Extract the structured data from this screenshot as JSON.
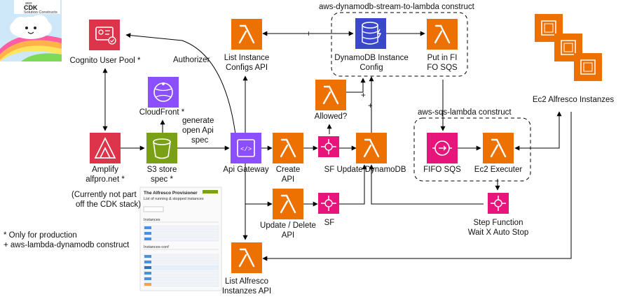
{
  "logo": {
    "line1": "aws",
    "line2": "CDK",
    "line3": "Solution Constructs"
  },
  "groups": {
    "stream": "aws-dynamodb-stream-to-lambda construct",
    "sqs": "aws-sqs-lambda construct"
  },
  "nodes": {
    "cognito": [
      "Cognito User Pool *"
    ],
    "amplify": [
      "Amplify",
      "alfpro.net *"
    ],
    "s3": [
      "S3 store",
      "spec *"
    ],
    "cloudfront": [
      "CloudFront *"
    ],
    "apigw": [
      "Api Gateway"
    ],
    "listcfg": [
      "List Instance",
      "Configs API"
    ],
    "ddb": [
      "DynamoDB Instance",
      "Config"
    ],
    "putsqs": [
      "Put in FI",
      "FO SQS"
    ],
    "allowed": [
      "Allowed?"
    ],
    "create": [
      "Create",
      "API"
    ],
    "sf1": [
      "SF"
    ],
    "upd": [
      "Update DynamoDB"
    ],
    "fifo": [
      "FIFO SQS"
    ],
    "ec2exec": [
      "Ec2 Executer"
    ],
    "ec2inst": [
      "Ec2 Alfresco Instanzes"
    ],
    "upddel": [
      "Update / Delete",
      "API"
    ],
    "sf2": [
      "SF"
    ],
    "stepfn": [
      "Step Function",
      "Wait X Auto Stop"
    ],
    "listalf": [
      "List Alfresco",
      "Instanzes API"
    ]
  },
  "labels": {
    "authorizer": "Authorizer",
    "generate": [
      "generate",
      "open Api",
      "spec"
    ],
    "notpart": [
      "(Currently not part",
      "off the CDK stack)"
    ],
    "footnote": [
      "* Only for production",
      "+ aws-lambda-dynamodb construct"
    ],
    "plus": "+"
  },
  "screenshot": {
    "title": "The Alfresco Provisioner",
    "subtitle": "List of running & stopped instances",
    "sec1": "Instances",
    "sec2": "Instances-conf"
  },
  "colors": {
    "lambda": "#ED7100",
    "apigw": "#8C4FFF",
    "security": "#DD344C",
    "storage": "#7AA116",
    "db": "#3B48CC",
    "integration": "#E7157B"
  }
}
